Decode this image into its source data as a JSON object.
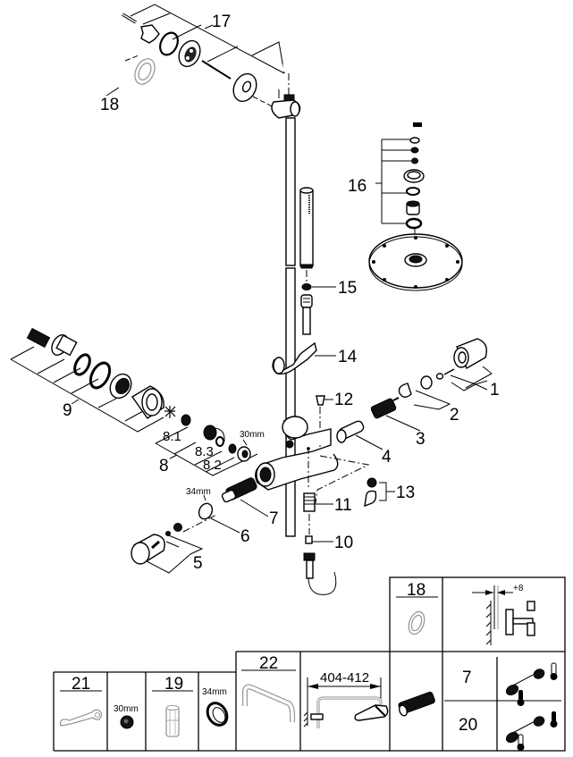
{
  "diagram": {
    "type": "exploded spare parts drawing",
    "subject": "thermostatic shower system with bath spout"
  },
  "callouts": {
    "p1": "1",
    "p2": "2",
    "p3": "3",
    "p4": "4",
    "p5": "5",
    "p6": "6",
    "p7": "7",
    "p8": "8",
    "p8_1": "8.1",
    "p8_2": "8.2",
    "p8_3": "8.3",
    "p9": "9",
    "p10": "10",
    "p11": "11",
    "p12": "12",
    "p13": "13",
    "p14": "14",
    "p15": "15",
    "p16": "16",
    "p17": "17",
    "p18": "18"
  },
  "dimensions": {
    "nut_30": "30mm",
    "ring_34": "34mm"
  },
  "accessory_table": {
    "cells": [
      {
        "id": "18",
        "label": "18",
        "icon": "rosette-ring-icon"
      },
      {
        "id": "wall-offset",
        "label": "+8",
        "icon": "wall-offset-icon"
      },
      {
        "id": "21",
        "label": "21",
        "icon": "wrench-icon"
      },
      {
        "id": "30mm",
        "label": "30mm",
        "icon": "nut-icon"
      },
      {
        "id": "19",
        "label": "19",
        "icon": "filter-sleeve-icon"
      },
      {
        "id": "34mm",
        "label": "34mm",
        "icon": "ring-nut-icon"
      },
      {
        "id": "22",
        "label": "22",
        "icon": "shower-arm-icon"
      },
      {
        "id": "arm-length",
        "label": "404-412",
        "icon": "arm-length-icon"
      },
      {
        "id": "cartridge",
        "label": "",
        "icon": "thermo-cartridge-icon"
      },
      {
        "id": "7",
        "label": "7",
        "icon": "thermometer-icon"
      },
      {
        "id": "20",
        "label": "20",
        "icon": "thermometer-reverse-icon"
      }
    ]
  }
}
